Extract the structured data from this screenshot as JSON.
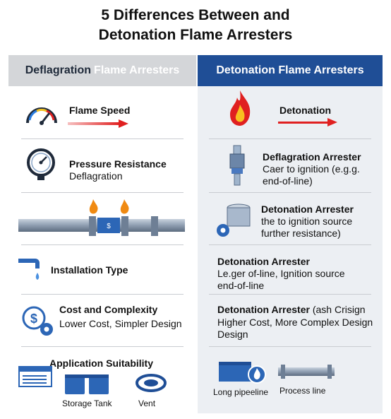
{
  "title_line1": "5 Differences Between and",
  "title_line2": "Detonation Flame Arresters",
  "header_left_a": "Deflagration",
  "header_left_b": "Flame Arresters",
  "header_right": "Detonation Flame Arresters",
  "rows": {
    "r1": {
      "left_label": "Flame Speed",
      "right_label": "Detonation"
    },
    "r2": {
      "left_label": "Pressure Resistance",
      "left_sub": "Deflagration",
      "right_label": "Deflagration Arrester",
      "right_sub1": "Caer to ignition (e.g.g.",
      "right_sub2": "end-of-line)"
    },
    "r3": {
      "right_label": "Detonation Arrester",
      "right_sub1": "the to ignition source",
      "right_sub2": "further resistance)"
    },
    "r4": {
      "left_label": "Installation Type",
      "right_label": "Detonation Arrester",
      "right_sub1": "Le.ger of-line, Ignition source",
      "right_sub2": "end-of-line"
    },
    "r5": {
      "left_label": "Cost and Complexity",
      "left_sub": "Lower Cost, Simpler Design",
      "right_label": "Detonation Arrester",
      "right_label_suffix": " (ash Crisign",
      "right_sub1": "Higher Cost, More Complex Design",
      "right_sub2": "Design"
    },
    "r6": {
      "left_label": "Application Suitability",
      "left_cap1": "Storage Tank",
      "left_cap2": "Vent",
      "right_cap1": "Long pipeeline",
      "right_cap2": "Process line"
    }
  },
  "colors": {
    "header_blue": "#1f4e96",
    "header_gray": "#d4d6d9",
    "arrow_red": "#e02020",
    "icon_blue": "#1f5fb0",
    "flame_orange": "#f08a12"
  }
}
